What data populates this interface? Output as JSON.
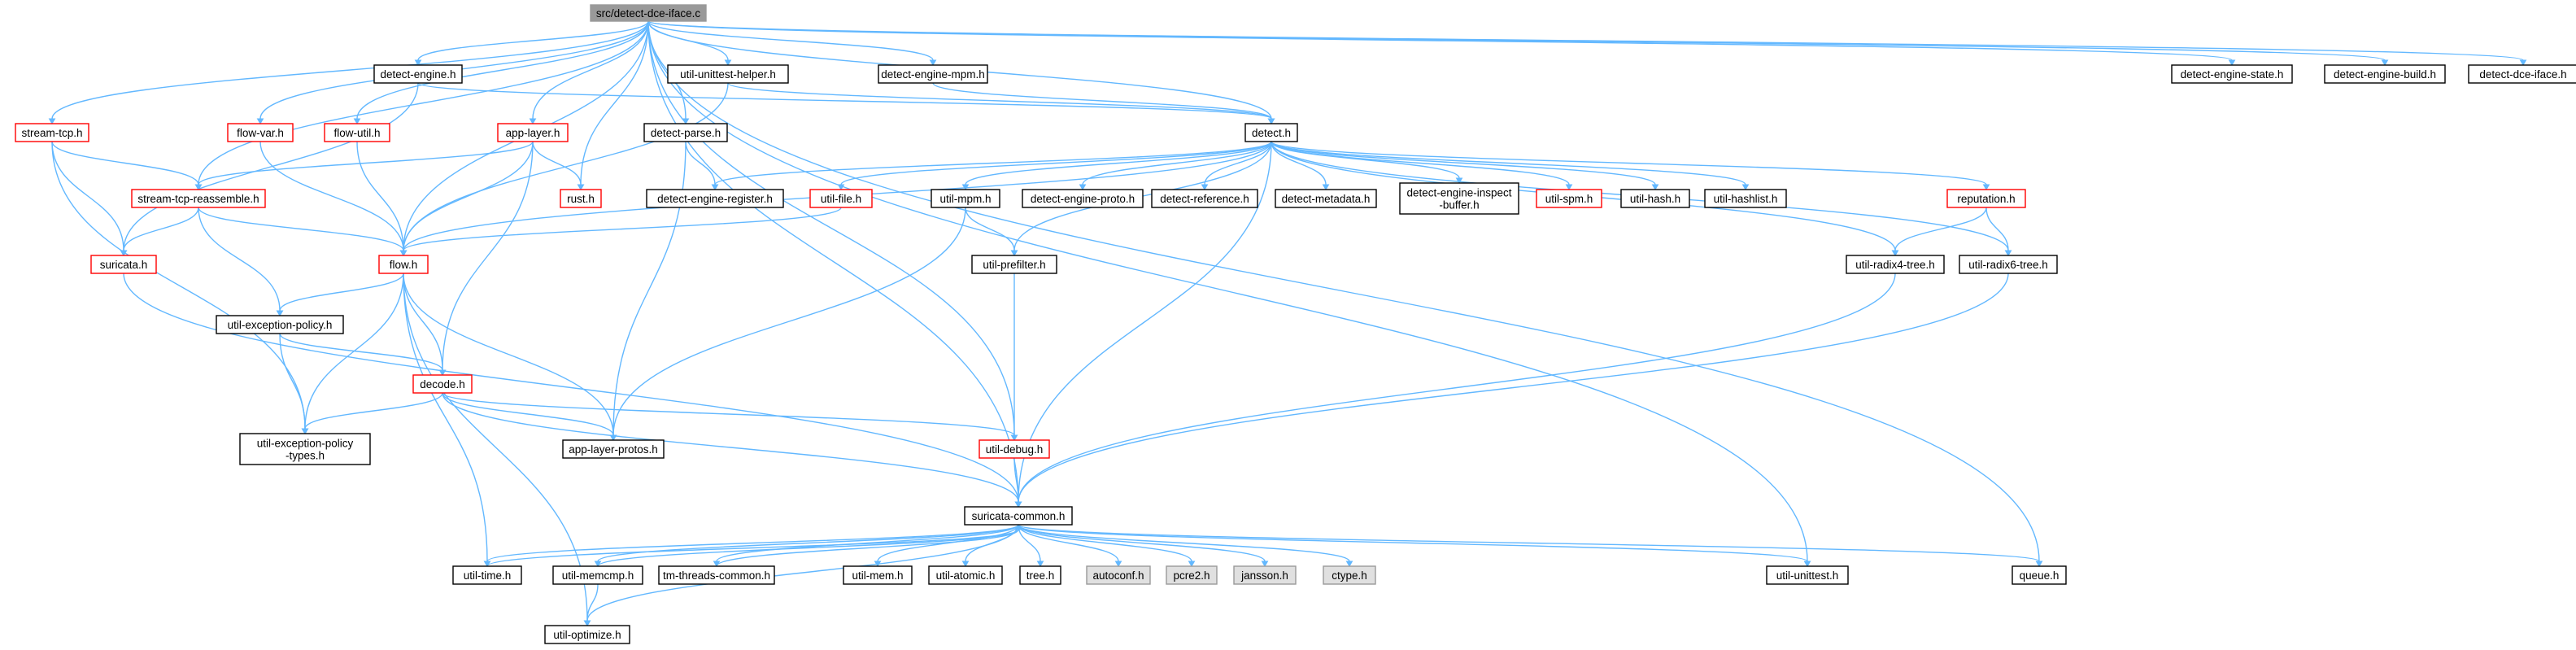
{
  "graph": {
    "colors": {
      "edge": "#63b8ff",
      "border_default": "#000000",
      "border_red": "#ff0000",
      "border_grey": "#999999",
      "fill_default": "#ffffff",
      "fill_root": "#999999",
      "fill_system": "#e0e0e0"
    },
    "nodes": [
      {
        "id": "root",
        "label": [
          "src/detect-dce-iface.c"
        ],
        "style": "root"
      },
      {
        "id": "detect_engine_h",
        "label": [
          "detect-engine.h"
        ],
        "style": "default"
      },
      {
        "id": "util_unittest_helper_h",
        "label": [
          "util-unittest-helper.h"
        ],
        "style": "default"
      },
      {
        "id": "detect_engine_mpm_h",
        "label": [
          "detect-engine-mpm.h"
        ],
        "style": "default"
      },
      {
        "id": "detect_engine_state_h",
        "label": [
          "detect-engine-state.h"
        ],
        "style": "default"
      },
      {
        "id": "detect_engine_build_h",
        "label": [
          "detect-engine-build.h"
        ],
        "style": "default"
      },
      {
        "id": "detect_dce_iface_h",
        "label": [
          "detect-dce-iface.h"
        ],
        "style": "default"
      },
      {
        "id": "stream_tcp_h",
        "label": [
          "stream-tcp.h"
        ],
        "style": "red"
      },
      {
        "id": "flow_var_h",
        "label": [
          "flow-var.h"
        ],
        "style": "red"
      },
      {
        "id": "flow_util_h",
        "label": [
          "flow-util.h"
        ],
        "style": "red"
      },
      {
        "id": "app_layer_h",
        "label": [
          "app-layer.h"
        ],
        "style": "red"
      },
      {
        "id": "detect_parse_h",
        "label": [
          "detect-parse.h"
        ],
        "style": "default"
      },
      {
        "id": "detect_h",
        "label": [
          "detect.h"
        ],
        "style": "default"
      },
      {
        "id": "stream_tcp_reassemble_h",
        "label": [
          "stream-tcp-reassemble.h"
        ],
        "style": "red"
      },
      {
        "id": "rust_h",
        "label": [
          "rust.h"
        ],
        "style": "red"
      },
      {
        "id": "detect_engine_register_h",
        "label": [
          "detect-engine-register.h"
        ],
        "style": "default"
      },
      {
        "id": "util_file_h",
        "label": [
          "util-file.h"
        ],
        "style": "red"
      },
      {
        "id": "util_mpm_h",
        "label": [
          "util-mpm.h"
        ],
        "style": "default"
      },
      {
        "id": "detect_engine_proto_h",
        "label": [
          "detect-engine-proto.h"
        ],
        "style": "default"
      },
      {
        "id": "detect_reference_h",
        "label": [
          "detect-reference.h"
        ],
        "style": "default"
      },
      {
        "id": "detect_metadata_h",
        "label": [
          "detect-metadata.h"
        ],
        "style": "default"
      },
      {
        "id": "detect_engine_inspect_buffer_h",
        "label": [
          "detect-engine-inspect",
          "-buffer.h"
        ],
        "style": "default"
      },
      {
        "id": "util_spm_h",
        "label": [
          "util-spm.h"
        ],
        "style": "red"
      },
      {
        "id": "util_hash_h",
        "label": [
          "util-hash.h"
        ],
        "style": "default"
      },
      {
        "id": "util_hashlist_h",
        "label": [
          "util-hashlist.h"
        ],
        "style": "default"
      },
      {
        "id": "reputation_h",
        "label": [
          "reputation.h"
        ],
        "style": "red"
      },
      {
        "id": "suricata_h",
        "label": [
          "suricata.h"
        ],
        "style": "red"
      },
      {
        "id": "flow_h",
        "label": [
          "flow.h"
        ],
        "style": "red"
      },
      {
        "id": "util_prefilter_h",
        "label": [
          "util-prefilter.h"
        ],
        "style": "default"
      },
      {
        "id": "util_radix4_tree_h",
        "label": [
          "util-radix4-tree.h"
        ],
        "style": "default"
      },
      {
        "id": "util_radix6_tree_h",
        "label": [
          "util-radix6-tree.h"
        ],
        "style": "default"
      },
      {
        "id": "util_exception_policy_h",
        "label": [
          "util-exception-policy.h"
        ],
        "style": "default"
      },
      {
        "id": "decode_h",
        "label": [
          "decode.h"
        ],
        "style": "red"
      },
      {
        "id": "util_exception_policy_types_h",
        "label": [
          "util-exception-policy",
          "-types.h"
        ],
        "style": "default"
      },
      {
        "id": "app_layer_protos_h",
        "label": [
          "app-layer-protos.h"
        ],
        "style": "default"
      },
      {
        "id": "util_debug_h",
        "label": [
          "util-debug.h"
        ],
        "style": "red"
      },
      {
        "id": "suricata_common_h",
        "label": [
          "suricata-common.h"
        ],
        "style": "default"
      },
      {
        "id": "util_time_h",
        "label": [
          "util-time.h"
        ],
        "style": "default"
      },
      {
        "id": "util_memcmp_h",
        "label": [
          "util-memcmp.h"
        ],
        "style": "default"
      },
      {
        "id": "tm_threads_common_h",
        "label": [
          "tm-threads-common.h"
        ],
        "style": "default"
      },
      {
        "id": "util_mem_h",
        "label": [
          "util-mem.h"
        ],
        "style": "default"
      },
      {
        "id": "util_atomic_h",
        "label": [
          "util-atomic.h"
        ],
        "style": "default"
      },
      {
        "id": "tree_h",
        "label": [
          "tree.h"
        ],
        "style": "default"
      },
      {
        "id": "autoconf_h",
        "label": [
          "autoconf.h"
        ],
        "style": "system"
      },
      {
        "id": "pcre2_h",
        "label": [
          "pcre2.h"
        ],
        "style": "system"
      },
      {
        "id": "jansson_h",
        "label": [
          "jansson.h"
        ],
        "style": "system"
      },
      {
        "id": "ctype_h",
        "label": [
          "ctype.h"
        ],
        "style": "system"
      },
      {
        "id": "util_unittest_h",
        "label": [
          "util-unittest.h"
        ],
        "style": "default"
      },
      {
        "id": "queue_h",
        "label": [
          "queue.h"
        ],
        "style": "default"
      },
      {
        "id": "util_optimize_h",
        "label": [
          "util-optimize.h"
        ],
        "style": "default"
      }
    ],
    "edges": [
      [
        "root",
        "detect_engine_h"
      ],
      [
        "root",
        "util_unittest_helper_h"
      ],
      [
        "root",
        "detect_engine_mpm_h"
      ],
      [
        "root",
        "detect_engine_state_h"
      ],
      [
        "root",
        "detect_engine_build_h"
      ],
      [
        "root",
        "detect_dce_iface_h"
      ],
      [
        "root",
        "stream_tcp_h"
      ],
      [
        "root",
        "flow_var_h"
      ],
      [
        "root",
        "flow_util_h"
      ],
      [
        "root",
        "app_layer_h"
      ],
      [
        "root",
        "detect_parse_h"
      ],
      [
        "root",
        "detect_h"
      ],
      [
        "root",
        "stream_tcp_reassemble_h"
      ],
      [
        "root",
        "rust_h"
      ],
      [
        "root",
        "flow_h"
      ],
      [
        "root",
        "suricata_common_h"
      ],
      [
        "root",
        "util_debug_h"
      ],
      [
        "root",
        "util_unittest_h"
      ],
      [
        "root",
        "queue_h"
      ],
      [
        "detect_engine_h",
        "detect_h"
      ],
      [
        "detect_engine_h",
        "suricata_h"
      ],
      [
        "util_unittest_helper_h",
        "detect_h"
      ],
      [
        "util_unittest_helper_h",
        "flow_h"
      ],
      [
        "detect_engine_mpm_h",
        "detect_h"
      ],
      [
        "stream_tcp_h",
        "stream_tcp_reassemble_h"
      ],
      [
        "stream_tcp_h",
        "suricata_h"
      ],
      [
        "stream_tcp_h",
        "util_exception_policy_types_h"
      ],
      [
        "flow_var_h",
        "flow_h"
      ],
      [
        "flow_util_h",
        "flow_h"
      ],
      [
        "app_layer_h",
        "stream_tcp_reassemble_h"
      ],
      [
        "app_layer_h",
        "rust_h"
      ],
      [
        "app_layer_h",
        "flow_h"
      ],
      [
        "app_layer_h",
        "decode_h"
      ],
      [
        "detect_parse_h",
        "detect_engine_register_h"
      ],
      [
        "detect_parse_h",
        "app_layer_protos_h"
      ],
      [
        "detect_h",
        "detect_engine_register_h"
      ],
      [
        "detect_h",
        "util_file_h"
      ],
      [
        "detect_h",
        "util_mpm_h"
      ],
      [
        "detect_h",
        "detect_engine_proto_h"
      ],
      [
        "detect_h",
        "detect_reference_h"
      ],
      [
        "detect_h",
        "detect_metadata_h"
      ],
      [
        "detect_h",
        "detect_engine_inspect_buffer_h"
      ],
      [
        "detect_h",
        "util_spm_h"
      ],
      [
        "detect_h",
        "util_hash_h"
      ],
      [
        "detect_h",
        "util_hashlist_h"
      ],
      [
        "detect_h",
        "reputation_h"
      ],
      [
        "detect_h",
        "flow_h"
      ],
      [
        "detect_h",
        "util_prefilter_h"
      ],
      [
        "detect_h",
        "util_radix4_tree_h"
      ],
      [
        "detect_h",
        "util_radix6_tree_h"
      ],
      [
        "detect_h",
        "suricata_common_h"
      ],
      [
        "stream_tcp_reassemble_h",
        "suricata_h"
      ],
      [
        "stream_tcp_reassemble_h",
        "flow_h"
      ],
      [
        "stream_tcp_reassemble_h",
        "util_exception_policy_h"
      ],
      [
        "util_file_h",
        "flow_h"
      ],
      [
        "util_mpm_h",
        "util_prefilter_h"
      ],
      [
        "util_mpm_h",
        "app_layer_protos_h"
      ],
      [
        "reputation_h",
        "util_radix4_tree_h"
      ],
      [
        "reputation_h",
        "util_radix6_tree_h"
      ],
      [
        "suricata_h",
        "suricata_common_h"
      ],
      [
        "flow_h",
        "util_exception_policy_h"
      ],
      [
        "flow_h",
        "decode_h"
      ],
      [
        "flow_h",
        "util_exception_policy_types_h"
      ],
      [
        "flow_h",
        "app_layer_protos_h"
      ],
      [
        "flow_h",
        "util_time_h"
      ],
      [
        "flow_h",
        "util_optimize_h"
      ],
      [
        "util_prefilter_h",
        "util_debug_h"
      ],
      [
        "util_radix4_tree_h",
        "suricata_common_h"
      ],
      [
        "util_radix6_tree_h",
        "suricata_common_h"
      ],
      [
        "util_exception_policy_h",
        "decode_h"
      ],
      [
        "util_exception_policy_h",
        "util_exception_policy_types_h"
      ],
      [
        "decode_h",
        "util_exception_policy_types_h"
      ],
      [
        "decode_h",
        "app_layer_protos_h"
      ],
      [
        "decode_h",
        "util_debug_h"
      ],
      [
        "decode_h",
        "suricata_common_h"
      ],
      [
        "util_debug_h",
        "suricata_common_h"
      ],
      [
        "suricata_common_h",
        "util_time_h"
      ],
      [
        "suricata_common_h",
        "util_memcmp_h"
      ],
      [
        "suricata_common_h",
        "tm_threads_common_h"
      ],
      [
        "suricata_common_h",
        "util_mem_h"
      ],
      [
        "suricata_common_h",
        "util_atomic_h"
      ],
      [
        "suricata_common_h",
        "tree_h"
      ],
      [
        "suricata_common_h",
        "autoconf_h"
      ],
      [
        "suricata_common_h",
        "pcre2_h"
      ],
      [
        "suricata_common_h",
        "jansson_h"
      ],
      [
        "suricata_common_h",
        "ctype_h"
      ],
      [
        "suricata_common_h",
        "util_unittest_h"
      ],
      [
        "suricata_common_h",
        "queue_h"
      ],
      [
        "suricata_common_h",
        "util_optimize_h"
      ],
      [
        "util_memcmp_h",
        "util_optimize_h"
      ],
      [
        "util_time_h",
        "suricata_common_h"
      ],
      [
        "util_memcmp_h",
        "suricata_common_h"
      ],
      [
        "tm_threads_common_h",
        "suricata_common_h"
      ]
    ]
  }
}
